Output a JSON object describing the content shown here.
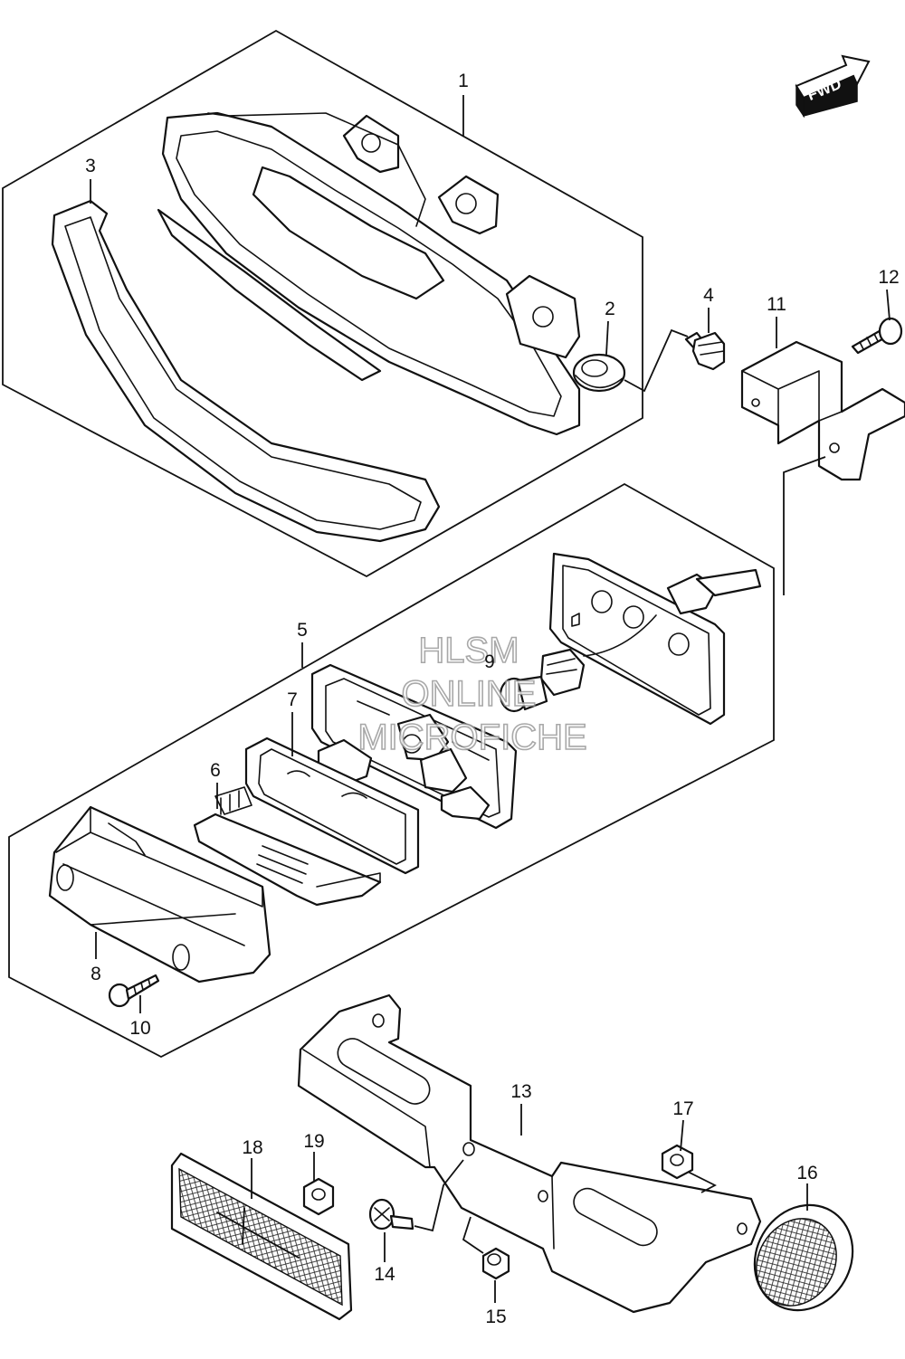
{
  "fwd_label": "FWD",
  "watermark": [
    "HLSM",
    "ONLINE",
    "MICROFICHE"
  ],
  "callouts": [
    {
      "id": "1",
      "label": "1"
    },
    {
      "id": "2",
      "label": "2"
    },
    {
      "id": "3",
      "label": "3"
    },
    {
      "id": "4",
      "label": "4"
    },
    {
      "id": "5",
      "label": "5"
    },
    {
      "id": "6",
      "label": "6"
    },
    {
      "id": "7",
      "label": "7"
    },
    {
      "id": "8",
      "label": "8"
    },
    {
      "id": "9",
      "label": "9"
    },
    {
      "id": "10",
      "label": "10"
    },
    {
      "id": "11",
      "label": "11"
    },
    {
      "id": "12",
      "label": "12"
    },
    {
      "id": "13",
      "label": "13"
    },
    {
      "id": "14",
      "label": "14"
    },
    {
      "id": "15",
      "label": "15"
    },
    {
      "id": "16",
      "label": "16"
    },
    {
      "id": "17",
      "label": "17"
    },
    {
      "id": "18",
      "label": "18"
    },
    {
      "id": "19",
      "label": "19"
    }
  ]
}
